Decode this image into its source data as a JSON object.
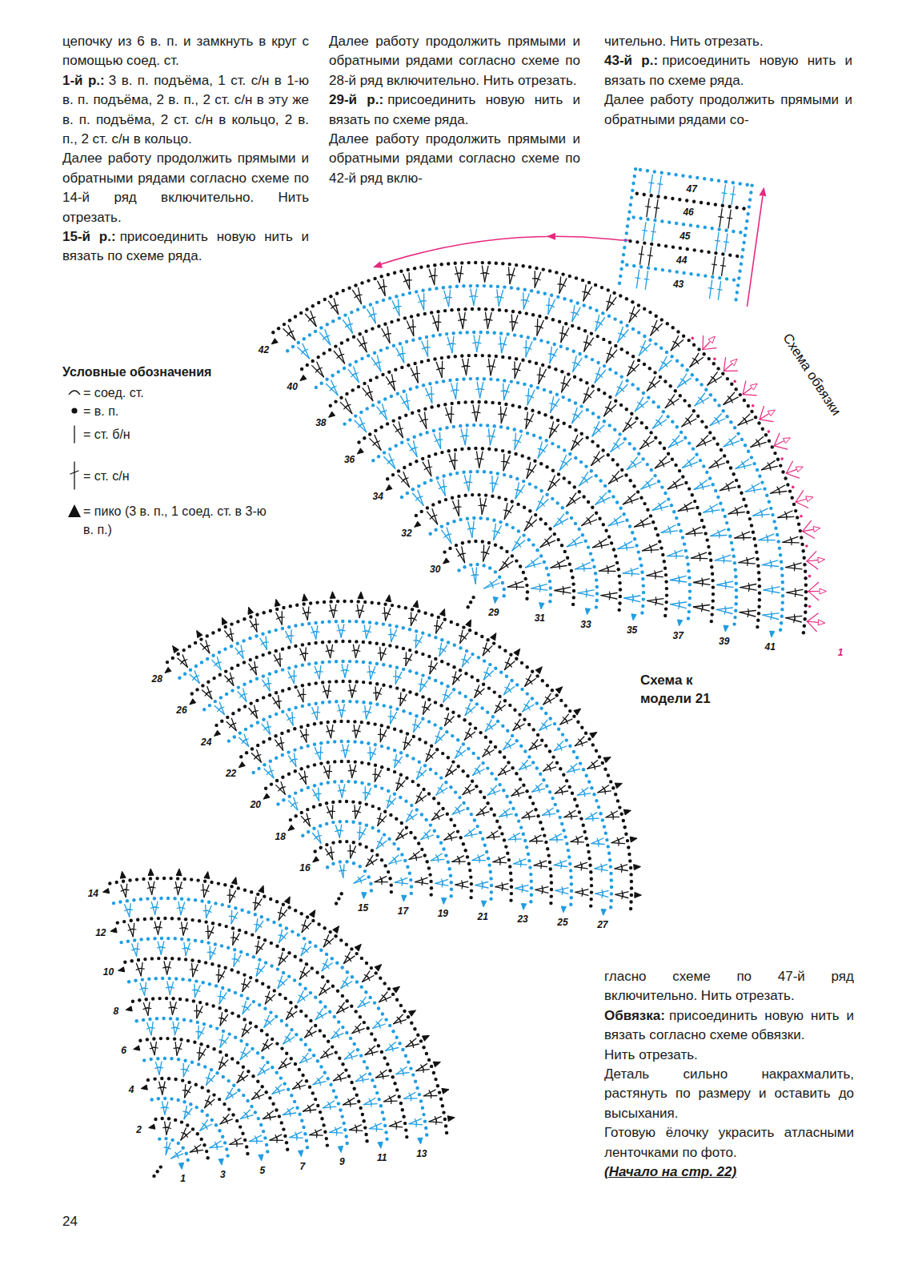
{
  "diagram": {
    "title": "Схема к модели 21",
    "labels": [
      "цепочку из 6 в. п. и замкнуть в круг с помощью соед. ст.",
      "1-й р.:",
      "3 в. п. подъёма, 1 ст. с/н в 1-ю в. п. подъёма, 2 в. п., 2 ст. с/н в эту же в. п. подъёма, 2 ст. с/н в кольцо, 2 в. п., 2 ст. с/н в кольцо.",
      "Далее работу продолжить прямыми и обратными рядами согласно схеме по 14-й ряд включительно. Нить отрезать.",
      "15-й р.:",
      "присоединить новую нить и вязать по схеме ряда.",
      "Далее работу продолжить прямыми и обратными рядами согласно схеме по 28-й ряд включительно. Нить отрезать.",
      "29-й р.:",
      "присоединить новую нить и вязать по схеме ряда.",
      "Далее работу продолжить прямыми и обратными рядами согласно схеме по 42-й ряд вклю-",
      "чительно. Нить отрезать.",
      "43-й р.:",
      "присоединить новую нить и вязать по схеме ряда.",
      "Далее работу продолжить прямыми и обратными рядами со-",
      "гласно схеме по 47-й ряд включительно. Нить отрезать.",
      "Обвязка:",
      "присоединить новую нить и вязать согласно схеме обвязки.",
      "Нить отрезать.",
      "Деталь сильно накрахмалить, растянуть по размеру и оставить до высыхания.",
      "Готовую ёлочку украсить атласными ленточками по фото.",
      "(Начало на стр. 22)",
      "Условные обозначения",
      "Схема обвязки",
      "24",
      "1",
      "2",
      "3",
      "4",
      "5",
      "6",
      "7",
      "8",
      "9",
      "10",
      "11",
      "12",
      "13",
      "14",
      "15",
      "16",
      "17",
      "18",
      "19",
      "20",
      "21",
      "22",
      "23",
      "24",
      "25",
      "26",
      "27",
      "28",
      "29",
      "30",
      "31",
      "32",
      "33",
      "34",
      "35",
      "36",
      "37",
      "38",
      "39",
      "40",
      "41",
      "42",
      "43",
      "44",
      "45",
      "46",
      "47",
      "1"
    ],
    "legend": [
      {
        "text": "= соед. ст."
      },
      {
        "text": "= в. п."
      },
      {
        "text": "= ст. б/н"
      },
      {
        "text": "= ст. с/н"
      },
      {
        "text": "= пико (3 в. п., 1 соед. ст. в 3-ю в. п.)"
      }
    ]
  }
}
